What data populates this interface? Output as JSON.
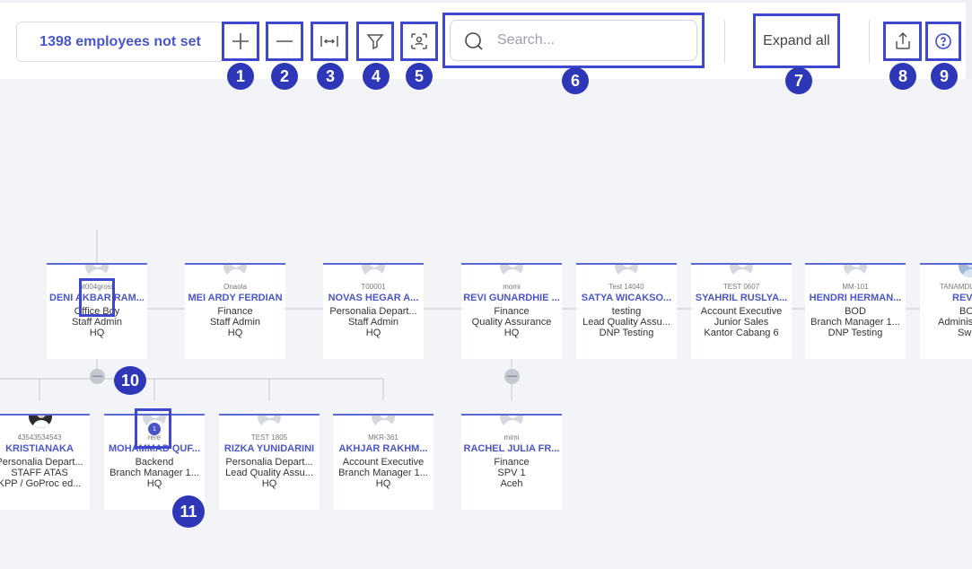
{
  "toolbar": {
    "employees_not_set": "1398 employees not set",
    "search_placeholder": "Search...",
    "expand_all": "Expand all",
    "tools": [
      {
        "icon": "plus-icon"
      },
      {
        "icon": "minus-icon"
      },
      {
        "icon": "fit-width-icon"
      },
      {
        "icon": "filter-icon"
      },
      {
        "icon": "focus-person-icon"
      }
    ]
  },
  "badges": [
    "1",
    "2",
    "3",
    "4",
    "5",
    "6",
    "7",
    "8",
    "9",
    "10",
    "11"
  ],
  "org": {
    "row1": [
      {
        "code": "nt004gross",
        "name": "DENI AKBAR RAM...",
        "l1": "Office Boy",
        "l2": "Staff Admin",
        "l3": "HQ"
      },
      {
        "code": "Onaola",
        "name": "MEI ARDY FERDIAN",
        "l1": "Finance",
        "l2": "Staff Admin",
        "l3": "HQ"
      },
      {
        "code": "T00001",
        "name": "NOVAS HEGAR A...",
        "l1": "Personalia Depart...",
        "l2": "Staff Admin",
        "l3": "HQ"
      },
      {
        "code": "momi",
        "name": "REVI GUNARDHIE ...",
        "l1": "Finance",
        "l2": "Quality Assurance",
        "l3": "HQ"
      },
      {
        "code": "Test 14040",
        "name": "SATYA WICAKSO...",
        "l1": "testing",
        "l2": "Lead Quality Assu...",
        "l3": "DNP Testing"
      },
      {
        "code": "TEST 0607",
        "name": "SYAHRIL RUSLYA...",
        "l1": "Account Executive",
        "l2": "Junior Sales",
        "l3": "Kantor Cabang 6"
      },
      {
        "code": "MM-101",
        "name": "HENDRI HERMAN...",
        "l1": "BOD",
        "l2": "Branch Manager 1...",
        "l3": "DNP Testing"
      },
      {
        "code": "TANAMDU",
        "name": "REVI",
        "l1": "BOD",
        "l2": "Administra",
        "l3": "Swi"
      }
    ],
    "row2": [
      {
        "code": "43543534543",
        "name": "KRISTIANAKA",
        "l1": "Personalia Depart...",
        "l2": "STAFF ATAS",
        "l3": "KPP / GoProc ed..."
      },
      {
        "code": "rere",
        "name": "MOHAMMAD QUF...",
        "l1": "Backend",
        "l2": "Branch Manager 1...",
        "l3": "HQ"
      },
      {
        "code": "TEST 1805",
        "name": "RIZKA YUNIDARINI",
        "l1": "Personalia Depart...",
        "l2": "Lead Quality Assu...",
        "l3": "HQ"
      },
      {
        "code": "MKR-361",
        "name": "AKHJAR RAKHM...",
        "l1": "Account Executive",
        "l2": "Branch Manager 1...",
        "l3": "HQ"
      },
      {
        "code": "mimi",
        "name": "RACHEL JULIA FR...",
        "l1": "Finance",
        "l2": "SPV 1",
        "l3": "Aceh"
      }
    ],
    "collapse_symbol": "—",
    "direct_reports_count": "1"
  }
}
